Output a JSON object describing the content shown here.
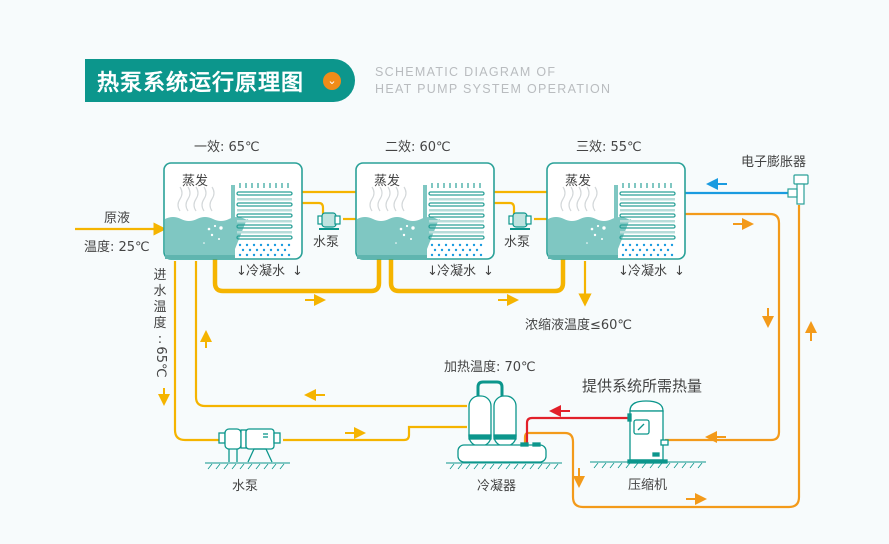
{
  "header": {
    "title": "热泵系统运行原理图",
    "badge_icon": "chevron-down-icon",
    "subtitle_line1": "SCHEMATIC DIAGRAM OF",
    "subtitle_line2": "HEAT PUMP SYSTEM OPERATION"
  },
  "colors": {
    "teal": "#0c968c",
    "teal_light": "#7fc7c2",
    "pipe_yellow": "#f5b400",
    "pipe_orange": "#f39a1a",
    "pipe_blue": "#1a9be0",
    "pipe_red": "#e2202a",
    "badge_orange": "#f08c19"
  },
  "evaporators": [
    {
      "effect_label": "一效: 65℃",
      "evap_label": "蒸发",
      "condensate_label": "冷凝水"
    },
    {
      "effect_label": "二效: 60℃",
      "evap_label": "蒸发",
      "condensate_label": "冷凝水"
    },
    {
      "effect_label": "三效: 55℃",
      "evap_label": "蒸发",
      "condensate_label": "冷凝水"
    }
  ],
  "inline_pumps": [
    {
      "label": "水泵"
    },
    {
      "label": "水泵"
    }
  ],
  "feed": {
    "label": "原液",
    "temperature": "温度: 25℃"
  },
  "inlet_water": {
    "chars": [
      "进",
      "水",
      "温",
      "度",
      ":"
    ],
    "value": "65℃"
  },
  "concentrate": {
    "label": "浓缩液温度≤60℃"
  },
  "expansion_valve": {
    "label": "电子膨胀器"
  },
  "condenser": {
    "heating_temp": "加热温度: 70℃",
    "label": "冷凝器"
  },
  "main_pump": {
    "label": "水泵"
  },
  "compressor": {
    "heat_label": "提供系统所需热量",
    "label": "压缩机"
  }
}
